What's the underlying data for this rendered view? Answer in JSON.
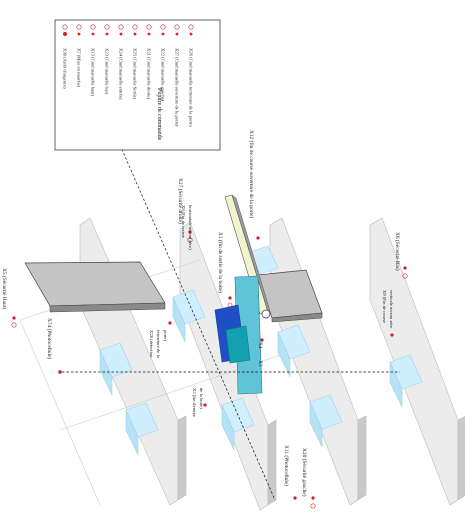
{
  "panel": {
    "title": "Pupitre de commande",
    "items": [
      {
        "label": "X30 (Arrêt d'urgence)",
        "kind": "estop"
      },
      {
        "label": "X7 (Mise en marche)",
        "kind": "button"
      },
      {
        "label": "X13 (Cmd manuelle haut)",
        "kind": "button"
      },
      {
        "label": "X23 (Cmd manuelle bas)",
        "kind": "button"
      },
      {
        "label": "X24 (Cmd manuelle entrée)",
        "kind": "button"
      },
      {
        "label": "X25 (Cmd manuelle Sortie)",
        "kind": "button"
      },
      {
        "label": "X21 (Cmd manuelle droite)",
        "kind": "button"
      },
      {
        "label": "X22 (Cmd manuelle gauche)",
        "kind": "button"
      },
      {
        "label": "X27 (Cmd manuelle ouverture de la porte)",
        "kind": "button"
      },
      {
        "label": "X26 (Cmd manuelle fermeture de la porte)",
        "kind": "button"
      }
    ]
  },
  "sensors": {
    "x5": "X5 (Sécurité Haut)",
    "x74": "X74 (Photocellule)",
    "x28": "X28 (détection fermeture de la porte)",
    "x2": "X2 (fin d'entrée de la boite)",
    "x27s": "X27 (Sécurité droite)",
    "x1": "X1 (fin de sortie de la boite)",
    "x8": "X8 (fin de course horizontale niveau zéro)",
    "x4": "X4",
    "x3": "X3",
    "x11": "X11 (Photocellule)",
    "x20": "X20 (Sécurité gauche)",
    "x12": "X12 (fin de course ouverture de la porte)",
    "x6": "X6 (Sécurité Bas)",
    "x9": "X9 (Fin de course verticale niveau zéro)"
  },
  "colors": {
    "rack": "#eeeeee",
    "box": "#cfefff",
    "box_edge": "#9fd3ea",
    "cart_dark": "#1f4fc7",
    "cart_teal": "#13a0b0",
    "plate": "#bdbdbd",
    "sensor": "#cc2222",
    "door": "#f4f4cc"
  }
}
